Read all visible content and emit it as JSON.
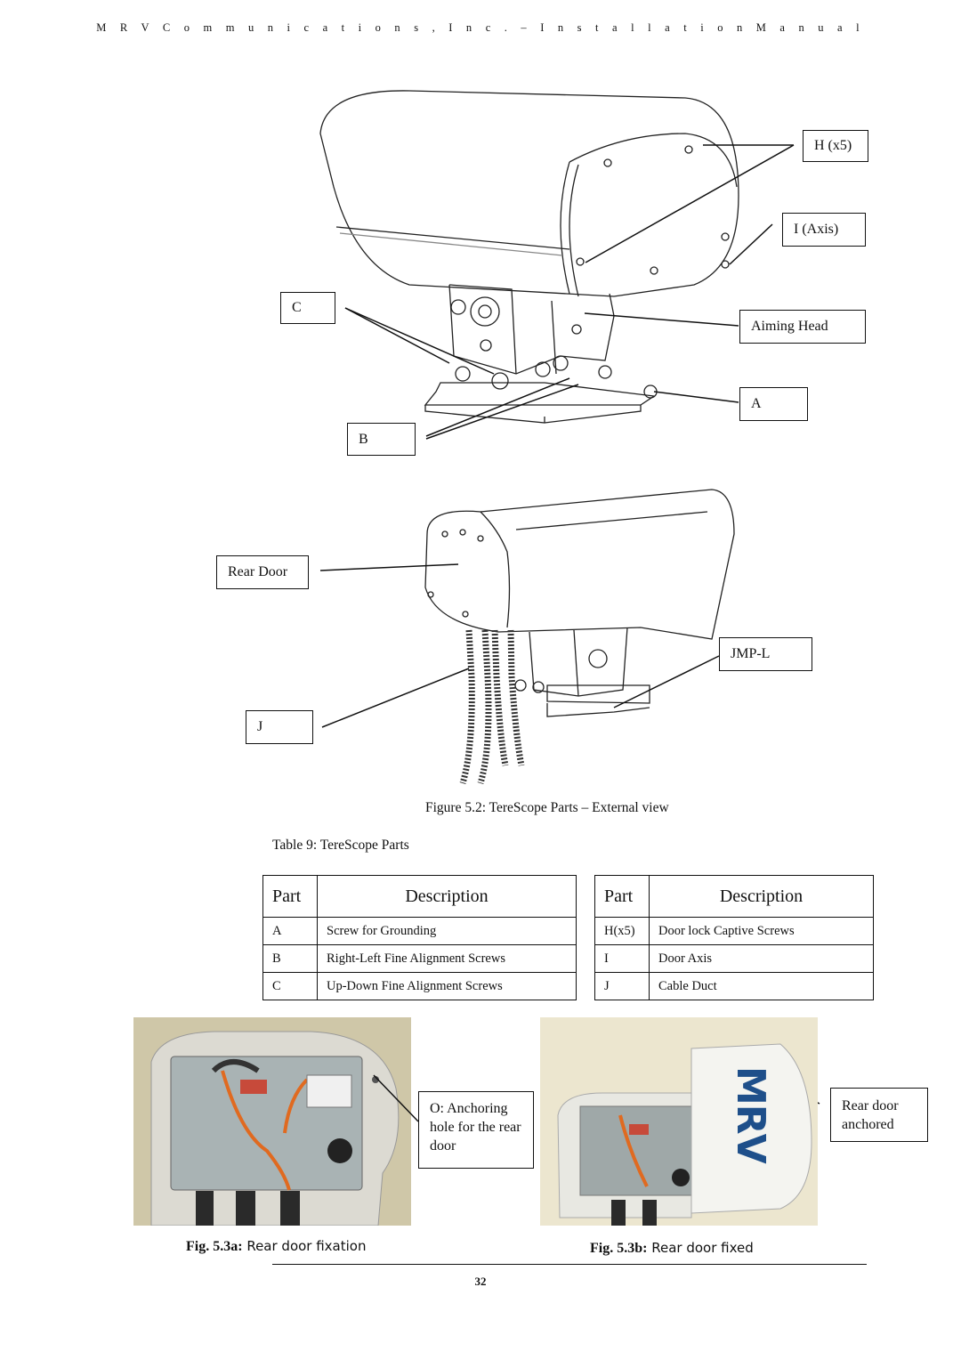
{
  "header": {
    "title": "M R V   C o m m u n i c a t i o n s ,   I n c .   –   I n s t a l l a t i o n   M a n u a l"
  },
  "figure_top": {
    "labels": {
      "h": "H (x5)",
      "i": "I (Axis)",
      "c": "C",
      "aiming": "Aiming Head",
      "a": "A",
      "b": "B"
    }
  },
  "figure_bottom": {
    "labels": {
      "rear_door": "Rear Door",
      "jmp": "JMP-L",
      "j": "J"
    }
  },
  "figure_caption": "Figure 5.2:  TereScope Parts – External view",
  "table_caption": "Table 9:  TereScope Parts",
  "table_left": {
    "headers": {
      "part": "Part",
      "description": "Description"
    },
    "rows": [
      {
        "part": "A",
        "description": "Screw for Grounding"
      },
      {
        "part": "B",
        "description": "Right-Left Fine Alignment Screws"
      },
      {
        "part": "C",
        "description": "Up-Down Fine Alignment Screws"
      }
    ]
  },
  "table_right": {
    "headers": {
      "part": "Part",
      "description": "Description"
    },
    "rows": [
      {
        "part": "H(x5)",
        "description": "Door lock Captive Screws"
      },
      {
        "part": "I",
        "description": "Door Axis"
      },
      {
        "part": "J",
        "description": "Cable Duct"
      }
    ]
  },
  "photos": {
    "a": {
      "callout": "O: Anchoring hole for the rear door",
      "caption_bold": "Fig. 5.3a:",
      "caption_text": " Rear door fixation"
    },
    "b": {
      "callout": "Rear door anchored",
      "caption_bold": "Fig. 5.3b:",
      "caption_text": " Rear door fixed",
      "logo": "MRV"
    }
  },
  "page_number": "32"
}
